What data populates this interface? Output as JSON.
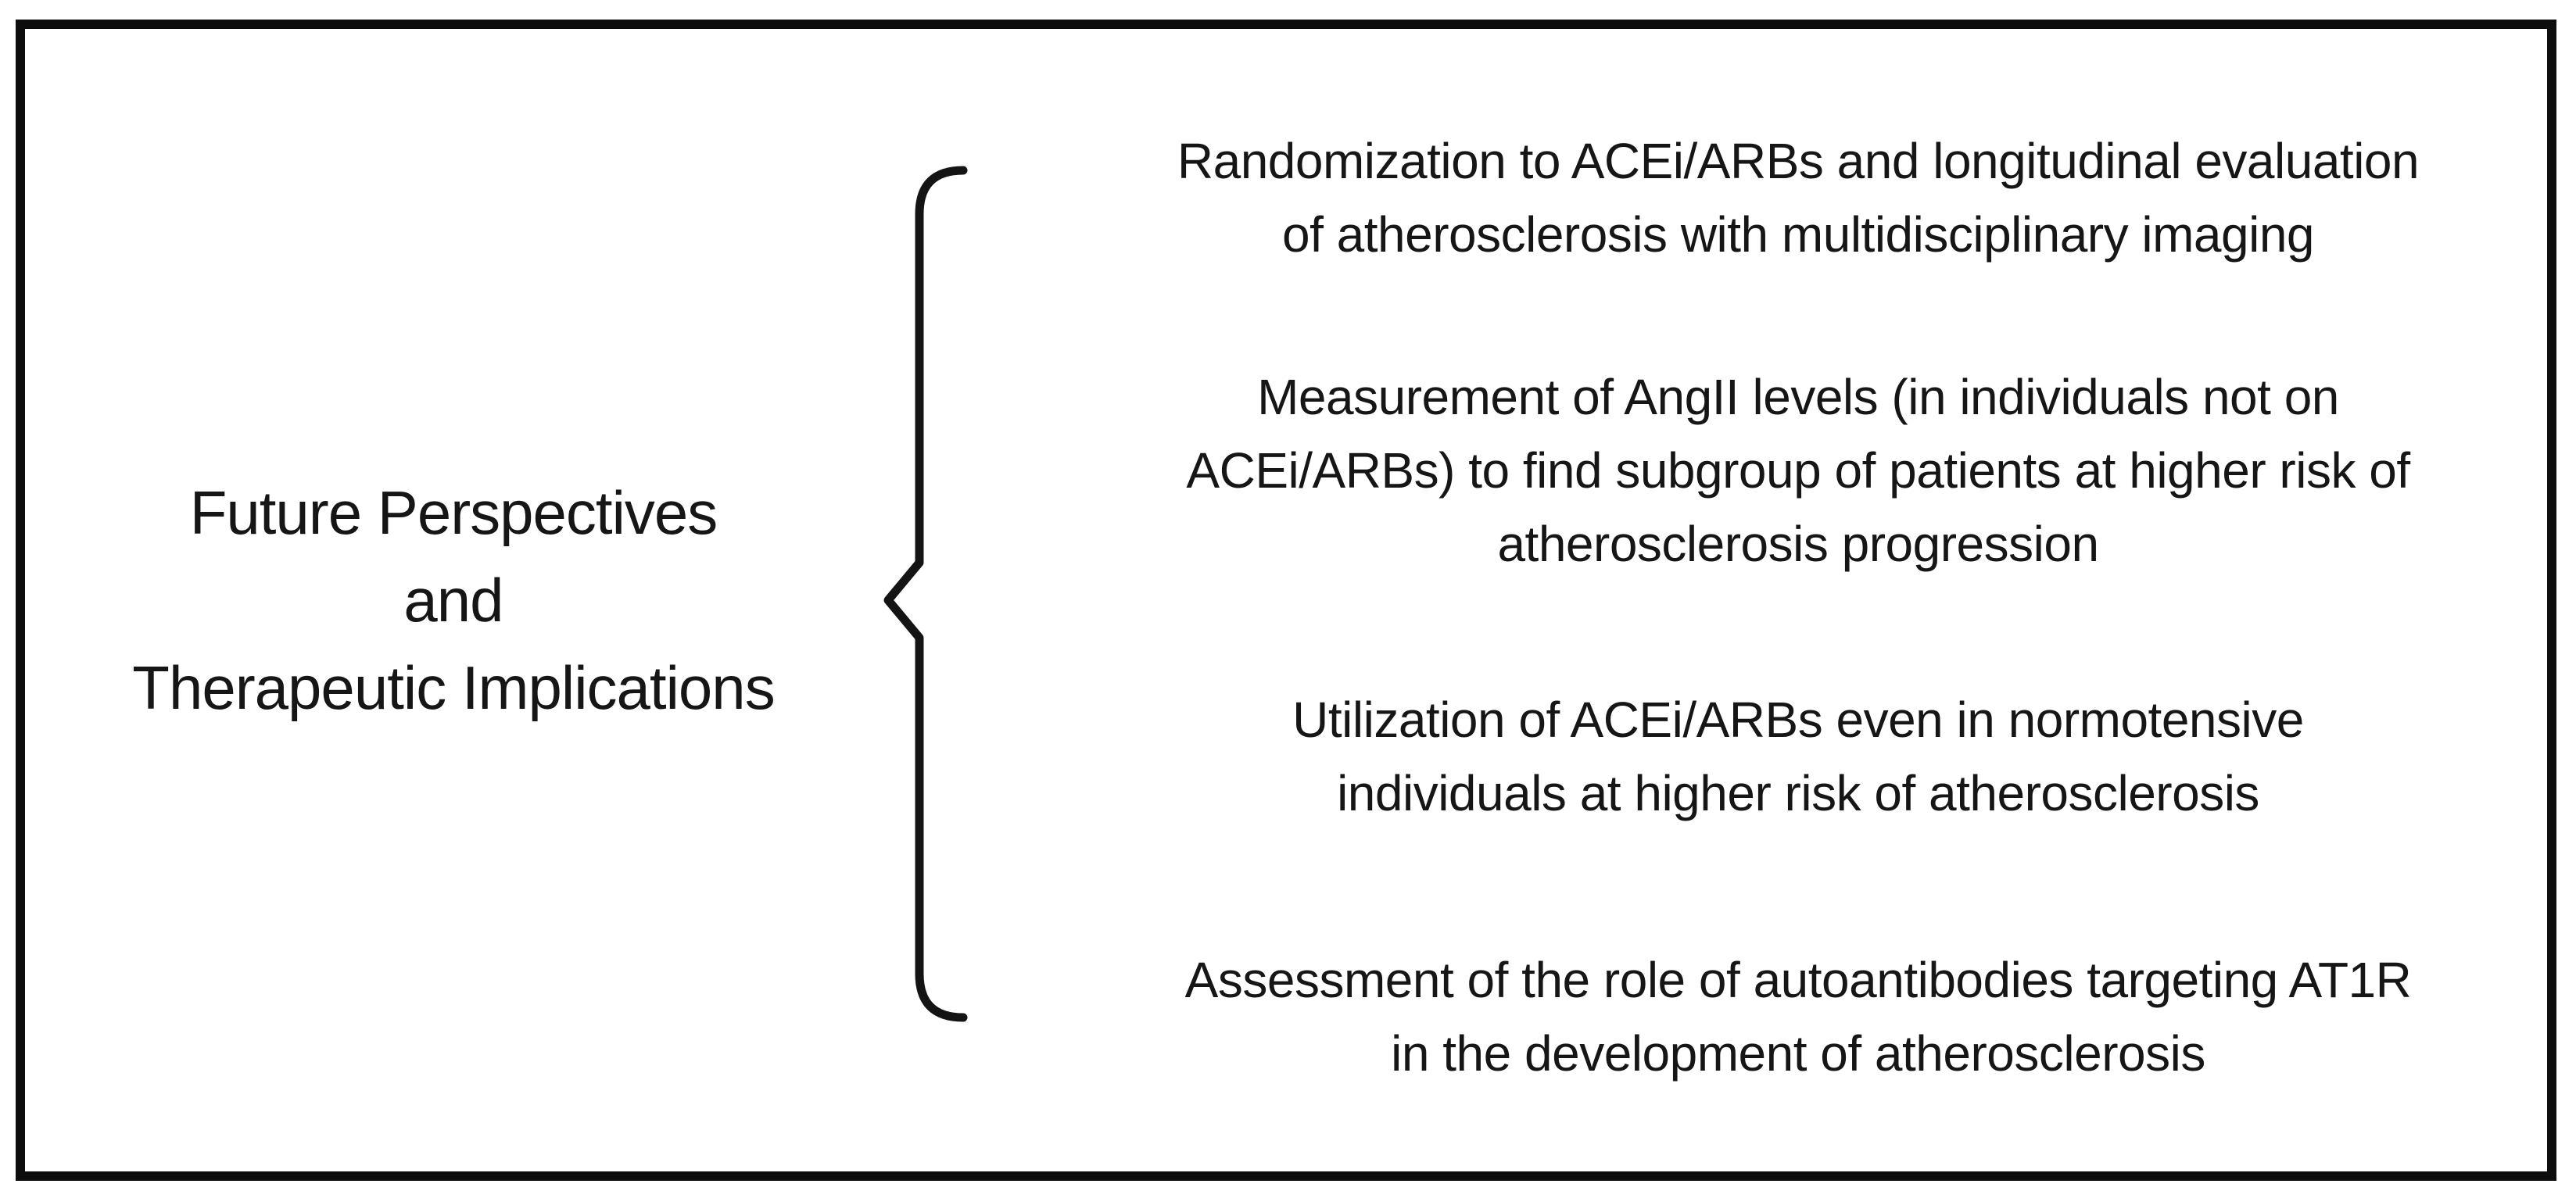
{
  "figure": {
    "left_label": {
      "lines": [
        "Future Perspectives",
        "and",
        "Therapeutic Implications"
      ]
    },
    "brace": "left-curly-brace",
    "items": [
      {
        "lines": [
          "Randomization to ACEi/ARBs and longitudinal evaluation",
          "of atherosclerosis with multidisciplinary imaging"
        ]
      },
      {
        "lines": [
          "Measurement of AngII levels (in individuals not on",
          "ACEi/ARBs) to find subgroup of patients at higher risk of",
          "atherosclerosis progression"
        ]
      },
      {
        "lines": [
          "Utilization of ACEi/ARBs even in normotensive",
          "individuals at higher risk of atherosclerosis"
        ]
      },
      {
        "lines": [
          "Assessment of the role of autoantibodies targeting AT1R",
          "in the development of atherosclerosis"
        ]
      }
    ],
    "colors": {
      "background": "#ffffff",
      "border": "#0d0d0d",
      "text": "#161616"
    }
  }
}
